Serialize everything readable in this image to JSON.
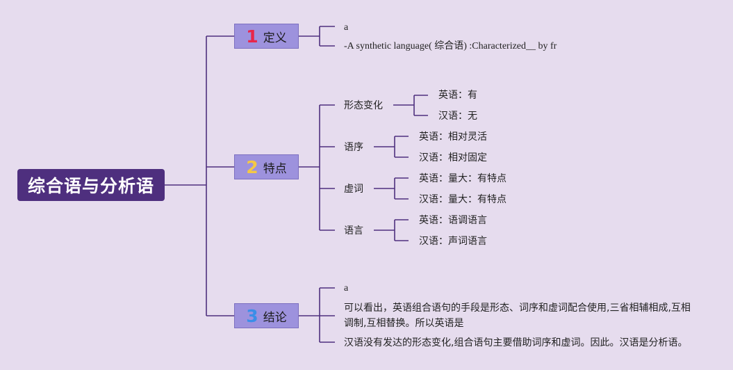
{
  "root": {
    "label": "综合语与分析语"
  },
  "branches": [
    {
      "num": "1",
      "label": "定义",
      "items": [
        {
          "text": "a"
        },
        {
          "text": "-A synthetic language( 综合语) :Characterized__ by fr"
        }
      ]
    },
    {
      "num": "2",
      "label": "特点",
      "items": [
        {
          "text": "形态变化",
          "children": [
            "英语：有",
            "汉语：无"
          ]
        },
        {
          "text": "语序",
          "children": [
            "英语：相对灵活",
            "汉语：相对固定"
          ]
        },
        {
          "text": "虚词",
          "children": [
            "英语：量大：有特点",
            "汉语：量大：有特点"
          ]
        },
        {
          "text": "语言",
          "children": [
            "英语：语调语言",
            "汉语：声词语言"
          ]
        }
      ]
    },
    {
      "num": "3",
      "label": "结论",
      "items": [
        {
          "text": "a"
        },
        {
          "text": "可以看出，英语组合语句的手段是形态、词序和虚词配合使用,三省相辅相成,互相调制,互相替换。所以英语是"
        },
        {
          "text": "汉语没有发达的形态变化,组合语句主要借助词序和虚词。因此。汉语是分析语。"
        }
      ]
    }
  ],
  "colors": {
    "background": "#e6dcee",
    "root": "#4e2f7e",
    "branch": "#9d92dd",
    "line": "#4e2f7e"
  }
}
